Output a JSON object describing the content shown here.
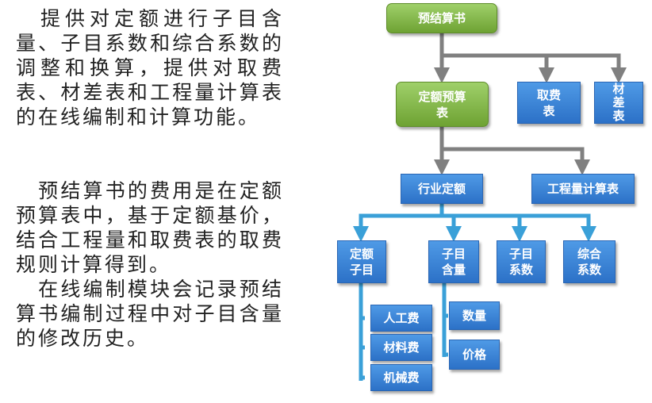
{
  "text": {
    "p1": "　提供对定额进行子目含量、子目系数和综合系数的调整和换算，提供对取费表、材差表和工程量计算表的在线编制和计算功能。",
    "p2": "　预结算书的费用是在定额预算表中，基于定额基价，结合工程量和取费表的取费规则计算得到。",
    "p3": "　在线编制模块会记录预结算书编制过程中对子目含量的修改历史。"
  },
  "diagram": {
    "colors": {
      "green": "#7cb342",
      "blue": "#3b82d6",
      "gray_arrow": "#808080",
      "blue_arrow": "#3aa0d8"
    },
    "nodes": {
      "root": "预结算书",
      "quota_budget": "定额预算\n表",
      "fee_table": "取费\n表",
      "material_diff": "材\n差\n表",
      "industry_quota": "行业定额",
      "quantity_calc": "工程量计算表",
      "quota_subitem": "定额\n子目",
      "subitem_content": "子目\n含量",
      "subitem_coeff": "子目\n系数",
      "combined_coeff": "综合\n系数",
      "labor_cost": "人工费",
      "material_cost": "材料费",
      "machine_cost": "机械费",
      "quantity": "数量",
      "price": "价格"
    }
  }
}
